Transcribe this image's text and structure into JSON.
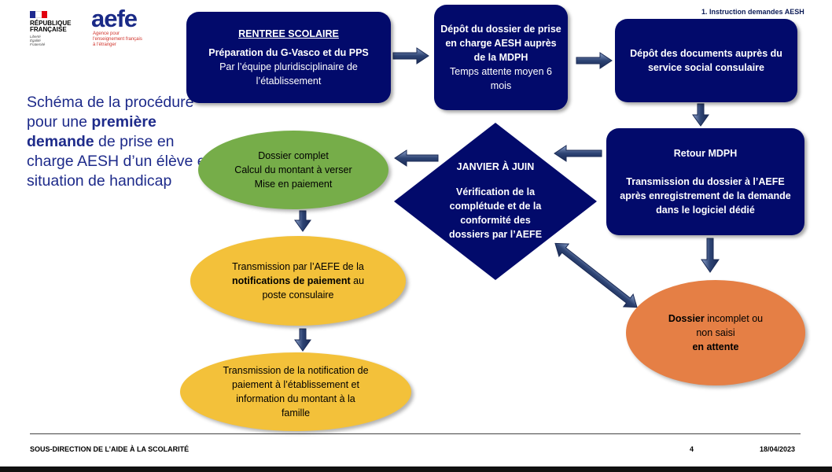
{
  "header": {
    "republique": {
      "title": "RÉPUBLIQUE\nFRANÇAISE",
      "motto": "Liberté\nÉgalité\nFraternité",
      "flag_colors": [
        "#1e2a8f",
        "#ffffff",
        "#e1000f"
      ]
    },
    "aefe": {
      "wordmark": "aefe",
      "tagline": "Agence pour\nl'enseignement français\nà l'étranger",
      "color": "#1a2a87"
    },
    "page_label": "1.  Instruction demandes AESH"
  },
  "intro": {
    "line_before": "Schéma de la procédure pour une ",
    "bold": "première demande",
    "line_after": " de prise en charge AESH d’un élève en situation de handicap"
  },
  "nodes": {
    "rentree": {
      "title": "RENTREE SCOLAIRE",
      "line1": "Préparation du G-Vasco et du PPS",
      "line2": "Par l’équipe pluridisciplinaire de l’établissement"
    },
    "depot_mdph": {
      "line1": "Dépôt du dossier de prise en charge AESH auprès de la MDPH",
      "line2": "Temps attente moyen 6 mois"
    },
    "depot_docs": {
      "line1": "Dépôt des documents auprès du service social consulaire"
    },
    "retour": {
      "title": "Retour MDPH",
      "line1": "Transmission du dossier à l’AEFE après enregistrement de la demande dans le logiciel dédié"
    },
    "janvier": {
      "title": "JANVIER À JUIN",
      "line1": "Vérification de la complétude et de la conformité des dossiers par l’AEFE"
    },
    "complet": {
      "line1": "Dossier complet",
      "line2": "Calcul du montant à verser",
      "line3": "Mise en paiement"
    },
    "transmission_poste": {
      "part1": "Transmission  par  l’AEFE de la ",
      "bold": "notifications de paiement",
      "part2": " au poste consulaire"
    },
    "transmission_etab": {
      "line1": "Transmission  de la notification de paiement à l’établissement et information du montant à la famille"
    },
    "incomplet": {
      "bold1": "Dossier",
      "text1": " incomplet ou non saisi",
      "bold2": "en attente"
    }
  },
  "colors": {
    "navy": "#020a6b",
    "green": "#76ad49",
    "yellow": "#f3c13a",
    "orange": "#e57f45",
    "arrow": "#2d4373"
  },
  "footer": {
    "department": "SOUS-DIRECTION DE L’AIDE À LA SCOLARITÉ",
    "page": "4",
    "date": "18/04/2023"
  }
}
